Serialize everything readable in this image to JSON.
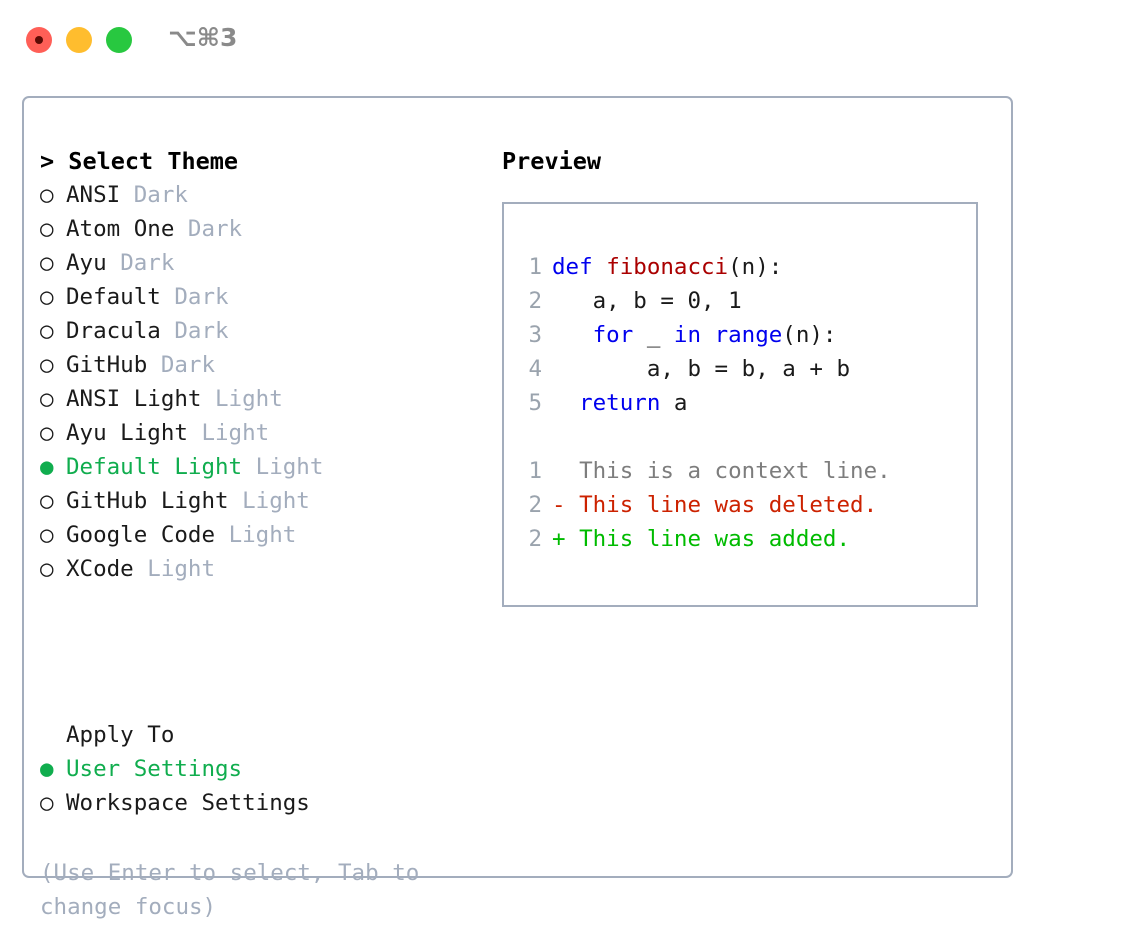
{
  "window": {
    "shortcut": "⌥⌘3",
    "traffic_lights": [
      {
        "name": "close",
        "color": "#ff5f57"
      },
      {
        "name": "minimize",
        "color": "#ffbd2e"
      },
      {
        "name": "maximize",
        "color": "#28c840"
      }
    ]
  },
  "theme_panel": {
    "heading": "> Select Theme",
    "items": [
      {
        "marker": "○",
        "name": "ANSI",
        "mode": "Dark",
        "selected": false
      },
      {
        "marker": "○",
        "name": "Atom One",
        "mode": "Dark",
        "selected": false
      },
      {
        "marker": "○",
        "name": "Ayu",
        "mode": "Dark",
        "selected": false
      },
      {
        "marker": "○",
        "name": "Default",
        "mode": "Dark",
        "selected": false
      },
      {
        "marker": "○",
        "name": "Dracula",
        "mode": "Dark",
        "selected": false
      },
      {
        "marker": "○",
        "name": "GitHub",
        "mode": "Dark",
        "selected": false
      },
      {
        "marker": "○",
        "name": "ANSI Light",
        "mode": "Light",
        "selected": false
      },
      {
        "marker": "○",
        "name": "Ayu Light",
        "mode": "Light",
        "selected": false
      },
      {
        "marker": "●",
        "name": "Default Light",
        "mode": "Light",
        "selected": true
      },
      {
        "marker": "○",
        "name": "GitHub Light",
        "mode": "Light",
        "selected": false
      },
      {
        "marker": "○",
        "name": "Google Code",
        "mode": "Light",
        "selected": false
      },
      {
        "marker": "○",
        "name": "XCode",
        "mode": "Light",
        "selected": false
      }
    ]
  },
  "apply_to": {
    "heading": "Apply To",
    "items": [
      {
        "marker": "●",
        "label": "User Settings",
        "selected": true
      },
      {
        "marker": "○",
        "label": "Workspace Settings",
        "selected": false
      }
    ]
  },
  "help": {
    "line1": "(Use Enter to select, Tab to",
    "line2": "change focus)"
  },
  "preview": {
    "heading": "Preview",
    "code_lines": [
      {
        "num": "1",
        "indent": "",
        "tokens": [
          {
            "text": "def ",
            "type": "kw"
          },
          {
            "text": "fibonacci",
            "type": "fn"
          },
          {
            "text": "(n):",
            "type": "plain"
          }
        ]
      },
      {
        "num": "2",
        "indent": "   ",
        "tokens": [
          {
            "text": "a, b = 0, 1",
            "type": "plain"
          }
        ]
      },
      {
        "num": "3",
        "indent": "   ",
        "tokens": [
          {
            "text": "for ",
            "type": "kw"
          },
          {
            "text": "_ ",
            "type": "plain"
          },
          {
            "text": "in ",
            "type": "kw"
          },
          {
            "text": "range",
            "type": "kw"
          },
          {
            "text": "(n):",
            "type": "plain"
          }
        ]
      },
      {
        "num": "4",
        "indent": "       ",
        "tokens": [
          {
            "text": "a, b = b, a + b",
            "type": "plain"
          }
        ]
      },
      {
        "num": "5",
        "indent": "  ",
        "tokens": [
          {
            "text": "return ",
            "type": "kw"
          },
          {
            "text": "a",
            "type": "plain"
          }
        ]
      }
    ],
    "diff_lines": [
      {
        "num": "1",
        "sign": "  ",
        "text": "This is a context line.",
        "kind": "ctx"
      },
      {
        "num": "2",
        "sign": "- ",
        "text": "This line was deleted.",
        "kind": "del"
      },
      {
        "num": "2",
        "sign": "+ ",
        "text": "This line was added.",
        "kind": "add"
      }
    ]
  },
  "colors": {
    "accent_green": "#10ad4e",
    "diff_add": "#00bb00",
    "diff_del": "#cc2200",
    "muted": "#a3adbd",
    "keyword_blue": "#0000ee",
    "function_red": "#aa0000",
    "border": "#a3adbd"
  }
}
